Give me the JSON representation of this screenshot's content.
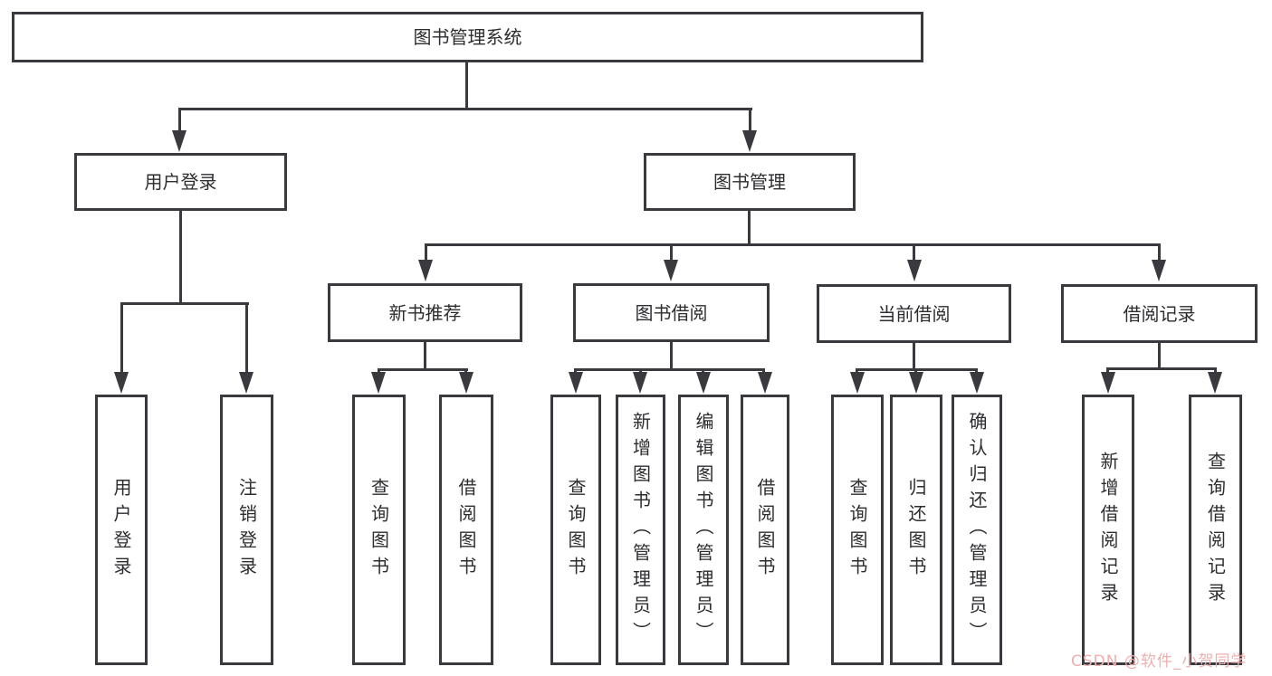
{
  "diagram": {
    "title": "图书管理系统",
    "root": {
      "label": "图书管理系统"
    },
    "level2": [
      {
        "label": "用户登录"
      },
      {
        "label": "图书管理"
      }
    ],
    "level3": [
      {
        "label": "新书推荐"
      },
      {
        "label": "图书借阅"
      },
      {
        "label": "当前借阅"
      },
      {
        "label": "借阅记录"
      }
    ],
    "leaves": {
      "user": [
        "用户登录",
        "注销登录"
      ],
      "recommend": [
        "查询图书",
        "借阅图书"
      ],
      "borrow": [
        "查询图书",
        "新增图书（管理员）",
        "编辑图书（管理员）",
        "借阅图书"
      ],
      "current": [
        "查询图书",
        "归还图书",
        "确认归还（管理员）"
      ],
      "records": [
        "新增借阅记录",
        "查询借阅记录"
      ]
    }
  },
  "watermark": {
    "text": "CSDN @软件_小贺同学",
    "color": "#f0aeae"
  },
  "colors": {
    "line": "#3a3a3e",
    "text": "#2d2d30",
    "bg": "#ffffff",
    "watermark": "#f0aeae"
  }
}
